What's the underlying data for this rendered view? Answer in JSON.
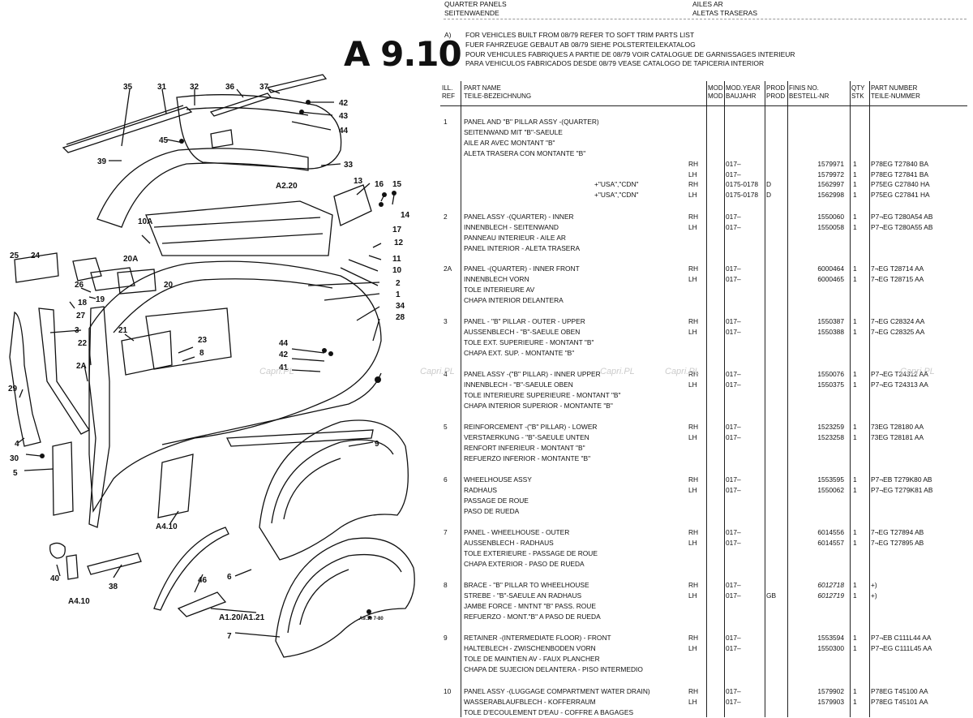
{
  "header": {
    "section_en": "QUARTER PANELS",
    "section_de": "SEITENWAENDE",
    "section_fr": "AILES AR",
    "section_es": "ALETAS TRASERAS"
  },
  "page_code": "A 9.10",
  "notes": {
    "label": "A)",
    "lines": [
      "FOR VEHICLES BUILT FROM 08/79 REFER TO SOFT TRIM PARTS LIST",
      "FUER FAHRZEUGE GEBAUT AB 08/79 SIEHE POLSTERTEILEKATALOG",
      "POUR VEHICULES FABRIQUES A PARTIE DE 08/79 VOIR CATALOGUE DE GARNISSAGES INTERIEUR",
      "PARA VEHICULOS FABRICADOS DESDE 08/79 VEASE CATALOGO DE TAPICERIA INTERIOR"
    ]
  },
  "columns": {
    "ill_ref": [
      "ILL.",
      "REF"
    ],
    "part_name": [
      "PART NAME",
      "TEILE-BEZEICHNUNG"
    ],
    "mod": [
      "MOD",
      "MOD"
    ],
    "mod_year": [
      "MOD.YEAR",
      "BAUJAHR"
    ],
    "prod": [
      "PROD",
      "PROD"
    ],
    "finis_no": [
      "FINIS NO.",
      "BESTELL-NR"
    ],
    "qty": [
      "QTY",
      "STK"
    ],
    "part_number": [
      "PART NUMBER",
      "TEILE-NUMMER"
    ]
  },
  "rows": [
    {
      "ref": "1",
      "names": [
        "PANEL AND \"B\" PILLAR ASSY -(QUARTER)",
        "SEITENWAND MIT \"B\"-SAEULE",
        "AILE AR AVEC MONTANT \"B\"",
        "ALETA TRASERA CON MONTANTE \"B\""
      ],
      "parts": [
        {
          "line": 4,
          "note": "",
          "side": "RH",
          "year": "017–",
          "prod": "",
          "finis": "1579971",
          "qty": "1",
          "pn": "P78EG T27840 BA"
        },
        {
          "line": 5,
          "note": "",
          "side": "LH",
          "year": "017–",
          "prod": "",
          "finis": "1579972",
          "qty": "1",
          "pn": "P78EG T27841 BA"
        },
        {
          "line": 6,
          "note": "+\"USA\",\"CDN\"",
          "side": "RH",
          "year": "0175-0178",
          "prod": "D",
          "finis": "1562997",
          "qty": "1",
          "pn": "P75EG C27840 HA"
        },
        {
          "line": 7,
          "note": "+\"USA\",\"CDN\"",
          "side": "LH",
          "year": "0175-0178",
          "prod": "D",
          "finis": "1562998",
          "qty": "1",
          "pn": "P75EG C27841 HA"
        }
      ]
    },
    {
      "ref": "2",
      "names": [
        "PANEL ASSY -(QUARTER) - INNER",
        "INNENBLECH - SEITENWAND",
        "PANNEAU INTERIEUR - AILE AR",
        "PANEL INTERIOR - ALETA TRASERA"
      ],
      "parts": [
        {
          "line": 0,
          "note": "",
          "side": "RH",
          "year": "017–",
          "prod": "",
          "finis": "1550060",
          "qty": "1",
          "pn": "P7¬EG T280A54 AB"
        },
        {
          "line": 1,
          "note": "",
          "side": "LH",
          "year": "017–",
          "prod": "",
          "finis": "1550058",
          "qty": "1",
          "pn": "P7¬EG T280A55 AB"
        }
      ]
    },
    {
      "ref": "2A",
      "names": [
        "PANEL -(QUARTER) - INNER FRONT",
        "INNENBLECH VORN",
        "TOLE INTERIEURE AV",
        "CHAPA INTERIOR DELANTERA"
      ],
      "parts": [
        {
          "line": 0,
          "note": "",
          "side": "RH",
          "year": "017–",
          "prod": "",
          "finis": "6000464",
          "qty": "1",
          "pn": "7¬EG T28714 AA"
        },
        {
          "line": 1,
          "note": "",
          "side": "LH",
          "year": "017–",
          "prod": "",
          "finis": "6000465",
          "qty": "1",
          "pn": "7¬EG T28715 AA"
        }
      ]
    },
    {
      "ref": "3",
      "names": [
        "PANEL - \"B\" PILLAR - OUTER - UPPER",
        "AUSSENBLECH - \"B\"-SAEULE OBEN",
        "TOLE EXT. SUPERIEURE - MONTANT \"B\"",
        "CHAPA EXT. SUP. - MONTANTE \"B\""
      ],
      "parts": [
        {
          "line": 0,
          "note": "",
          "side": "RH",
          "year": "017–",
          "prod": "",
          "finis": "1550387",
          "qty": "1",
          "pn": "7¬EG C28324 AA"
        },
        {
          "line": 1,
          "note": "",
          "side": "LH",
          "year": "017–",
          "prod": "",
          "finis": "1550388",
          "qty": "1",
          "pn": "7¬EG C28325 AA"
        }
      ]
    },
    {
      "ref": "4",
      "names": [
        "PANEL ASSY -(\"B\" PILLAR) - INNER UPPER",
        "INNENBLECH - \"B\"-SAEULE OBEN",
        "TOLE INTERIEURE SUPERIEURE - MONTANT \"B\"",
        "CHAPA INTERIOR SUPERIOR - MONTANTE \"B\""
      ],
      "parts": [
        {
          "line": 0,
          "note": "",
          "side": "RH",
          "year": "017–",
          "prod": "",
          "finis": "1550076",
          "qty": "1",
          "pn": "P7¬EG T24312 AA"
        },
        {
          "line": 1,
          "note": "",
          "side": "LH",
          "year": "017–",
          "prod": "",
          "finis": "1550375",
          "qty": "1",
          "pn": "P7¬EG T24313 AA"
        }
      ]
    },
    {
      "ref": "5",
      "names": [
        "REINFORCEMENT -(\"B\" PILLAR) - LOWER",
        "VERSTAERKUNG - \"B\"-SAEULE UNTEN",
        "RENFORT INFERIEUR - MONTANT \"B\"",
        "REFUERZO INFERIOR - MONTANTE \"B\""
      ],
      "parts": [
        {
          "line": 0,
          "note": "",
          "side": "RH",
          "year": "017–",
          "prod": "",
          "finis": "1523259",
          "qty": "1",
          "pn": "73EG T28180 AA"
        },
        {
          "line": 1,
          "note": "",
          "side": "LH",
          "year": "017–",
          "prod": "",
          "finis": "1523258",
          "qty": "1",
          "pn": "73EG T28181 AA"
        }
      ]
    },
    {
      "ref": "6",
      "names": [
        "WHEELHOUSE ASSY",
        "RADHAUS",
        "PASSAGE DE ROUE",
        "PASO DE RUEDA"
      ],
      "parts": [
        {
          "line": 0,
          "note": "",
          "side": "RH",
          "year": "017–",
          "prod": "",
          "finis": "1553595",
          "qty": "1",
          "pn": "P7¬EB T279K80 AB"
        },
        {
          "line": 1,
          "note": "",
          "side": "LH",
          "year": "017–",
          "prod": "",
          "finis": "1550062",
          "qty": "1",
          "pn": "P7¬EG T279K81 AB"
        }
      ]
    },
    {
      "ref": "7",
      "names": [
        "PANEL - WHEELHOUSE - OUTER",
        "AUSSENBLECH - RADHAUS",
        "TOLE EXTERIEURE - PASSAGE DE ROUE",
        "CHAPA EXTERIOR - PASO DE RUEDA"
      ],
      "parts": [
        {
          "line": 0,
          "note": "",
          "side": "RH",
          "year": "017–",
          "prod": "",
          "finis": "6014556",
          "qty": "1",
          "pn": "7¬EG T27894 AB"
        },
        {
          "line": 1,
          "note": "",
          "side": "LH",
          "year": "017–",
          "prod": "",
          "finis": "6014557",
          "qty": "1",
          "pn": "7¬EG T27895 AB"
        }
      ]
    },
    {
      "ref": "8",
      "names": [
        "BRACE - \"B\" PILLAR TO WHEELHOUSE",
        "STREBE - \"B\"-SAEULE AN RADHAUS",
        "JAMBE FORCE - MNTNT \"B\" PASS. ROUE",
        "REFUERZO - MONT.\"B\" A PASO DE RUEDA"
      ],
      "parts": [
        {
          "line": 0,
          "note": "",
          "side": "RH",
          "year": "017–",
          "prod": "",
          "finis": "6012718",
          "qty": "1",
          "pn": "+)",
          "italic": true
        },
        {
          "line": 1,
          "note": "",
          "side": "LH",
          "year": "017–",
          "prod": "GB",
          "finis": "6012719",
          "qty": "1",
          "pn": "+)",
          "italic": true
        }
      ]
    },
    {
      "ref": "9",
      "names": [
        "RETAINER -(INTERMEDIATE FLOOR) - FRONT",
        "HALTEBLECH - ZWISCHENBODEN VORN",
        "TOLE DE MAINTIEN AV - FAUX PLANCHER",
        "CHAPA DE SUJECION DELANTERA - PISO INTERMEDIO"
      ],
      "parts": [
        {
          "line": 0,
          "note": "",
          "side": "RH",
          "year": "017–",
          "prod": "",
          "finis": "1553594",
          "qty": "1",
          "pn": "P7¬EB C111L44 AA"
        },
        {
          "line": 1,
          "note": "",
          "side": "LH",
          "year": "017–",
          "prod": "",
          "finis": "1550300",
          "qty": "1",
          "pn": "P7¬EG C111L45 AA"
        }
      ]
    },
    {
      "ref": "10",
      "names": [
        "PANEL ASSY -(LUGGAGE COMPARTMENT WATER DRAIN)",
        "WASSERABLAUFBLECH - KOFFERRAUM",
        "TOLE D'ECOULEMENT D'EAU - COFFRE A BAGAGES"
      ],
      "parts": [
        {
          "line": 0,
          "note": "",
          "side": "RH",
          "year": "017–",
          "prod": "",
          "finis": "1579902",
          "qty": "1",
          "pn": "P78EG T45100 AA"
        },
        {
          "line": 1,
          "note": "",
          "side": "LH",
          "year": "017–",
          "prod": "",
          "finis": "1579903",
          "qty": "1",
          "pn": "P78EG T45101 AA"
        }
      ]
    }
  ],
  "diagram": {
    "callouts": [
      "35",
      "31",
      "32",
      "36",
      "37",
      "42",
      "43",
      "44",
      "45",
      "39",
      "33",
      "A2.20",
      "13",
      "16",
      "15",
      "14",
      "17",
      "12",
      "11",
      "10",
      "10A",
      "25",
      "24",
      "20A",
      "26",
      "19",
      "20",
      "18",
      "27",
      "2",
      "1",
      "34",
      "28",
      "3",
      "21",
      "23",
      "8",
      "44",
      "42",
      "41",
      "22",
      "2A",
      "29",
      "4",
      "30",
      "5",
      "9",
      "A4.10",
      "40",
      "38",
      "46",
      "6",
      "A1.20/A1.21",
      "7",
      "A4.10"
    ],
    "stamp": "A9.10 7-80"
  },
  "watermark": "Capri.PL"
}
